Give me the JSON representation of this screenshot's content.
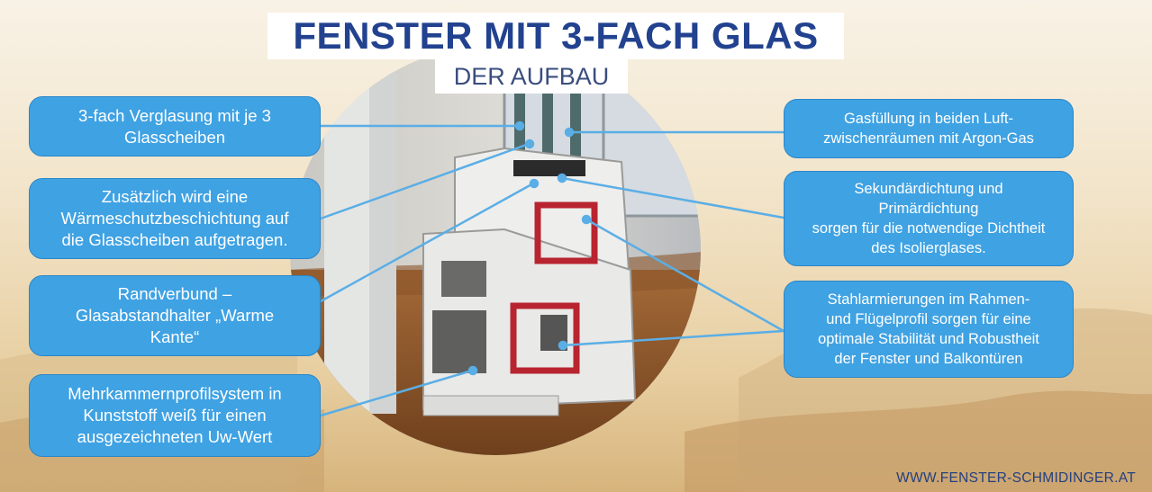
{
  "title": "FENSTER MIT 3-FACH GLAS",
  "subtitle": "DER AUFBAU",
  "labels_left": [
    "3-fach Verglasung mit je 3\nGlasscheiben",
    "Zusätzlich wird eine\nWärmeschutzbeschichtung auf\ndie Glasscheiben aufgetragen.",
    "Randverbund –\nGlasabstandhalter „Warme\nKante“",
    "Mehrkammernprofilsystem in\nKunststoff weiß für einen\nausgezeichneten Uw-Wert"
  ],
  "labels_right": [
    "Gasfüllung in beiden Luft-\nzwischenräumen mit Argon-Gas",
    "Sekundärdichtung und\nPrimärdichtung\nsorgen für die notwendige Dichtheit\ndes Isolierglases.",
    "Stahlarmierungen im Rahmen-\nund Flügelprofil sorgen für eine\noptimale Stabilität und Robustheit\nder Fenster und Balkontüren"
  ],
  "footer": "WWW.FENSTER-SCHMIDINGER.AT",
  "colors": {
    "label_fill": "#3fa2e3",
    "title_text": "#22428f",
    "connector": "#5aaee6",
    "steel_reinforcement": "#b8242f"
  }
}
